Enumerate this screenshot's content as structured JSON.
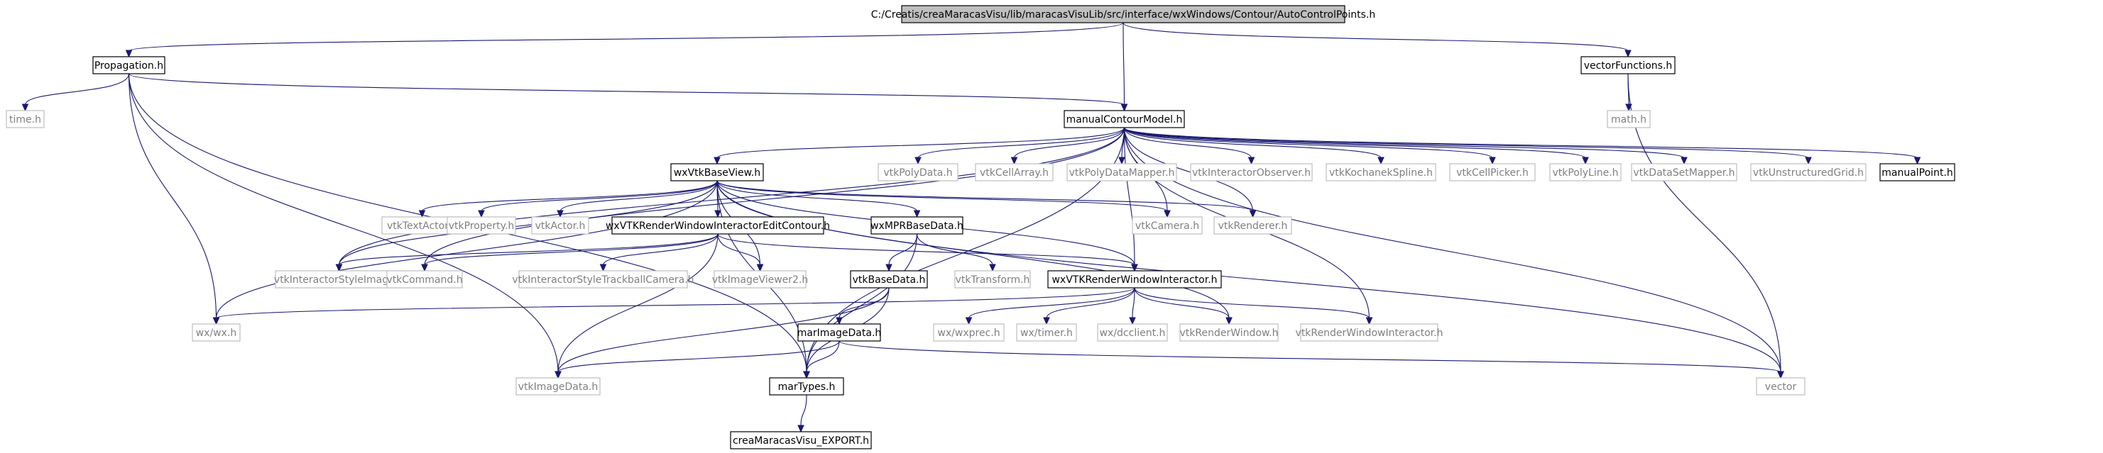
{
  "diagram": {
    "title": "C:/Creatis/creaMaracasVisu/lib/maracasVisuLib/src/interface/wxWindows/Contour/AutoControlPoints.h",
    "colors": {
      "edge": "#191970",
      "documented_border": "#000000",
      "undocumented_border": "#bfbfbf",
      "undocumented_text": "#7f7f7f",
      "root_fill": "#bfbfbf",
      "node_fill": "#ffffff"
    },
    "nodes": [
      {
        "id": "root",
        "label": "C:/Creatis/creaMaracasVisu/lib/maracasVisuLib/src/interface/wxWindows/Contour/AutoControlPoints.h",
        "kind": "root"
      },
      {
        "id": "propagation",
        "label": "Propagation.h",
        "kind": "doc"
      },
      {
        "id": "vectorFunctions",
        "label": "vectorFunctions.h",
        "kind": "doc"
      },
      {
        "id": "time",
        "label": "time.h",
        "kind": "ext"
      },
      {
        "id": "manualContourModel",
        "label": "manualContourModel.h",
        "kind": "doc"
      },
      {
        "id": "math",
        "label": "math.h",
        "kind": "ext"
      },
      {
        "id": "wxVtkBaseView",
        "label": "wxVtkBaseView.h",
        "kind": "doc"
      },
      {
        "id": "vtkPolyData",
        "label": "vtkPolyData.h",
        "kind": "ext"
      },
      {
        "id": "vtkCellArray",
        "label": "vtkCellArray.h",
        "kind": "ext"
      },
      {
        "id": "vtkPolyDataMapper",
        "label": "vtkPolyDataMapper.h",
        "kind": "ext"
      },
      {
        "id": "vtkInteractorObserver",
        "label": "vtkInteractorObserver.h",
        "kind": "ext"
      },
      {
        "id": "vtkKochanekSpline",
        "label": "vtkKochanekSpline.h",
        "kind": "ext"
      },
      {
        "id": "vtkCellPicker",
        "label": "vtkCellPicker.h",
        "kind": "ext"
      },
      {
        "id": "vtkPolyLine",
        "label": "vtkPolyLine.h",
        "kind": "ext"
      },
      {
        "id": "vtkDataSetMapper",
        "label": "vtkDataSetMapper.h",
        "kind": "ext"
      },
      {
        "id": "vtkUnstructuredGrid",
        "label": "vtkUnstructuredGrid.h",
        "kind": "ext"
      },
      {
        "id": "manualPoint",
        "label": "manualPoint.h",
        "kind": "doc"
      },
      {
        "id": "vtkTextActor",
        "label": "vtkTextActor.h",
        "kind": "ext"
      },
      {
        "id": "vtkProperty",
        "label": "vtkProperty.h",
        "kind": "ext"
      },
      {
        "id": "vtkActor",
        "label": "vtkActor.h",
        "kind": "ext"
      },
      {
        "id": "wxVTKRWIEditContour",
        "label": "wxVTKRenderWindowInteractorEditContour.h",
        "kind": "doc"
      },
      {
        "id": "wxMPRBaseData",
        "label": "wxMPRBaseData.h",
        "kind": "doc"
      },
      {
        "id": "vtkCamera",
        "label": "vtkCamera.h",
        "kind": "ext"
      },
      {
        "id": "vtkRenderer",
        "label": "vtkRenderer.h",
        "kind": "ext"
      },
      {
        "id": "vtkInteractorStyleImage",
        "label": "vtkInteractorStyleImage.h",
        "kind": "ext"
      },
      {
        "id": "vtkCommand",
        "label": "vtkCommand.h",
        "kind": "ext"
      },
      {
        "id": "vtkInteractorStyleTrackballCamera",
        "label": "vtkInteractorStyleTrackballCamera.h",
        "kind": "ext"
      },
      {
        "id": "vtkImageViewer2",
        "label": "vtkImageViewer2.h",
        "kind": "ext"
      },
      {
        "id": "vtkBaseData",
        "label": "vtkBaseData.h",
        "kind": "doc"
      },
      {
        "id": "vtkTransform",
        "label": "vtkTransform.h",
        "kind": "ext"
      },
      {
        "id": "wxVTKRWI",
        "label": "wxVTKRenderWindowInteractor.h",
        "kind": "doc"
      },
      {
        "id": "wxwx",
        "label": "wx/wx.h",
        "kind": "ext"
      },
      {
        "id": "marImageData",
        "label": "marImageData.h",
        "kind": "doc"
      },
      {
        "id": "wxwxprec",
        "label": "wx/wxprec.h",
        "kind": "ext"
      },
      {
        "id": "wxtimer",
        "label": "wx/timer.h",
        "kind": "ext"
      },
      {
        "id": "wxdcclient",
        "label": "wx/dcclient.h",
        "kind": "ext"
      },
      {
        "id": "vtkRenderWindow",
        "label": "vtkRenderWindow.h",
        "kind": "ext"
      },
      {
        "id": "vtkRenderWindowInteractor",
        "label": "vtkRenderWindowInteractor.h",
        "kind": "ext"
      },
      {
        "id": "vtkImageData",
        "label": "vtkImageData.h",
        "kind": "ext"
      },
      {
        "id": "marTypes",
        "label": "marTypes.h",
        "kind": "doc"
      },
      {
        "id": "vector",
        "label": "vector",
        "kind": "ext"
      },
      {
        "id": "creaMaracasVisuExport",
        "label": "creaMaracasVisu_EXPORT.h",
        "kind": "doc"
      }
    ],
    "edges": [
      [
        "root",
        "propagation"
      ],
      [
        "root",
        "manualContourModel"
      ],
      [
        "root",
        "vectorFunctions"
      ],
      [
        "propagation",
        "time"
      ],
      [
        "propagation",
        "manualContourModel"
      ],
      [
        "propagation",
        "wxwx"
      ],
      [
        "propagation",
        "vtkImageData"
      ],
      [
        "propagation",
        "marTypes"
      ],
      [
        "vectorFunctions",
        "math"
      ],
      [
        "vectorFunctions",
        "vector"
      ],
      [
        "manualContourModel",
        "wxVtkBaseView"
      ],
      [
        "manualContourModel",
        "vtkPolyData"
      ],
      [
        "manualContourModel",
        "vtkCellArray"
      ],
      [
        "manualContourModel",
        "vtkPolyDataMapper"
      ],
      [
        "manualContourModel",
        "vtkInteractorObserver"
      ],
      [
        "manualContourModel",
        "vtkKochanekSpline"
      ],
      [
        "manualContourModel",
        "vtkCellPicker"
      ],
      [
        "manualContourModel",
        "vtkPolyLine"
      ],
      [
        "manualContourModel",
        "vtkDataSetMapper"
      ],
      [
        "manualContourModel",
        "vtkUnstructuredGrid"
      ],
      [
        "manualContourModel",
        "manualPoint"
      ],
      [
        "manualContourModel",
        "vtkCamera"
      ],
      [
        "manualContourModel",
        "vtkRenderer"
      ],
      [
        "manualContourModel",
        "vtkInteractorStyleImage"
      ],
      [
        "manualContourModel",
        "vtkCommand"
      ],
      [
        "manualContourModel",
        "wxVTKRWI"
      ],
      [
        "manualContourModel",
        "vtkRenderWindowInteractor"
      ],
      [
        "manualContourModel",
        "marTypes"
      ],
      [
        "manualContourModel",
        "vector"
      ],
      [
        "wxVtkBaseView",
        "vtkTextActor"
      ],
      [
        "wxVtkBaseView",
        "vtkProperty"
      ],
      [
        "wxVtkBaseView",
        "vtkActor"
      ],
      [
        "wxVtkBaseView",
        "wxVTKRWIEditContour"
      ],
      [
        "wxVtkBaseView",
        "wxMPRBaseData"
      ],
      [
        "wxVtkBaseView",
        "vtkCamera"
      ],
      [
        "wxVtkBaseView",
        "vtkRenderer"
      ],
      [
        "wxVtkBaseView",
        "vtkInteractorStyleImage"
      ],
      [
        "wxVtkBaseView",
        "wxwx"
      ],
      [
        "wxVtkBaseView",
        "vtkImageViewer2"
      ],
      [
        "wxVtkBaseView",
        "wxVTKRWI"
      ],
      [
        "wxVtkBaseView",
        "vtkRenderWindow"
      ],
      [
        "wxVtkBaseView",
        "marTypes"
      ],
      [
        "wxVtkBaseView",
        "vector"
      ],
      [
        "wxVTKRWIEditContour",
        "vtkInteractorStyleImage"
      ],
      [
        "wxVTKRWIEditContour",
        "vtkCommand"
      ],
      [
        "wxVTKRWIEditContour",
        "vtkInteractorStyleTrackballCamera"
      ],
      [
        "wxVTKRWIEditContour",
        "vtkImageViewer2"
      ],
      [
        "wxVTKRWIEditContour",
        "wxVTKRWI"
      ],
      [
        "wxVTKRWIEditContour",
        "vtkImageData"
      ],
      [
        "wxMPRBaseData",
        "vtkBaseData"
      ],
      [
        "wxMPRBaseData",
        "vtkTransform"
      ],
      [
        "wxMPRBaseData",
        "marTypes"
      ],
      [
        "vtkBaseData",
        "marImageData"
      ],
      [
        "vtkBaseData",
        "vtkImageData"
      ],
      [
        "vtkBaseData",
        "marTypes"
      ],
      [
        "wxVTKRWI",
        "wxwx"
      ],
      [
        "wxVTKRWI",
        "wxwxprec"
      ],
      [
        "wxVTKRWI",
        "wxtimer"
      ],
      [
        "wxVTKRWI",
        "wxdcclient"
      ],
      [
        "wxVTKRWI",
        "vtkRenderWindow"
      ],
      [
        "wxVTKRWI",
        "vtkRenderWindowInteractor"
      ],
      [
        "marImageData",
        "vtkImageData"
      ],
      [
        "marImageData",
        "marTypes"
      ],
      [
        "marImageData",
        "vector"
      ],
      [
        "marTypes",
        "creaMaracasVisuExport"
      ]
    ]
  }
}
